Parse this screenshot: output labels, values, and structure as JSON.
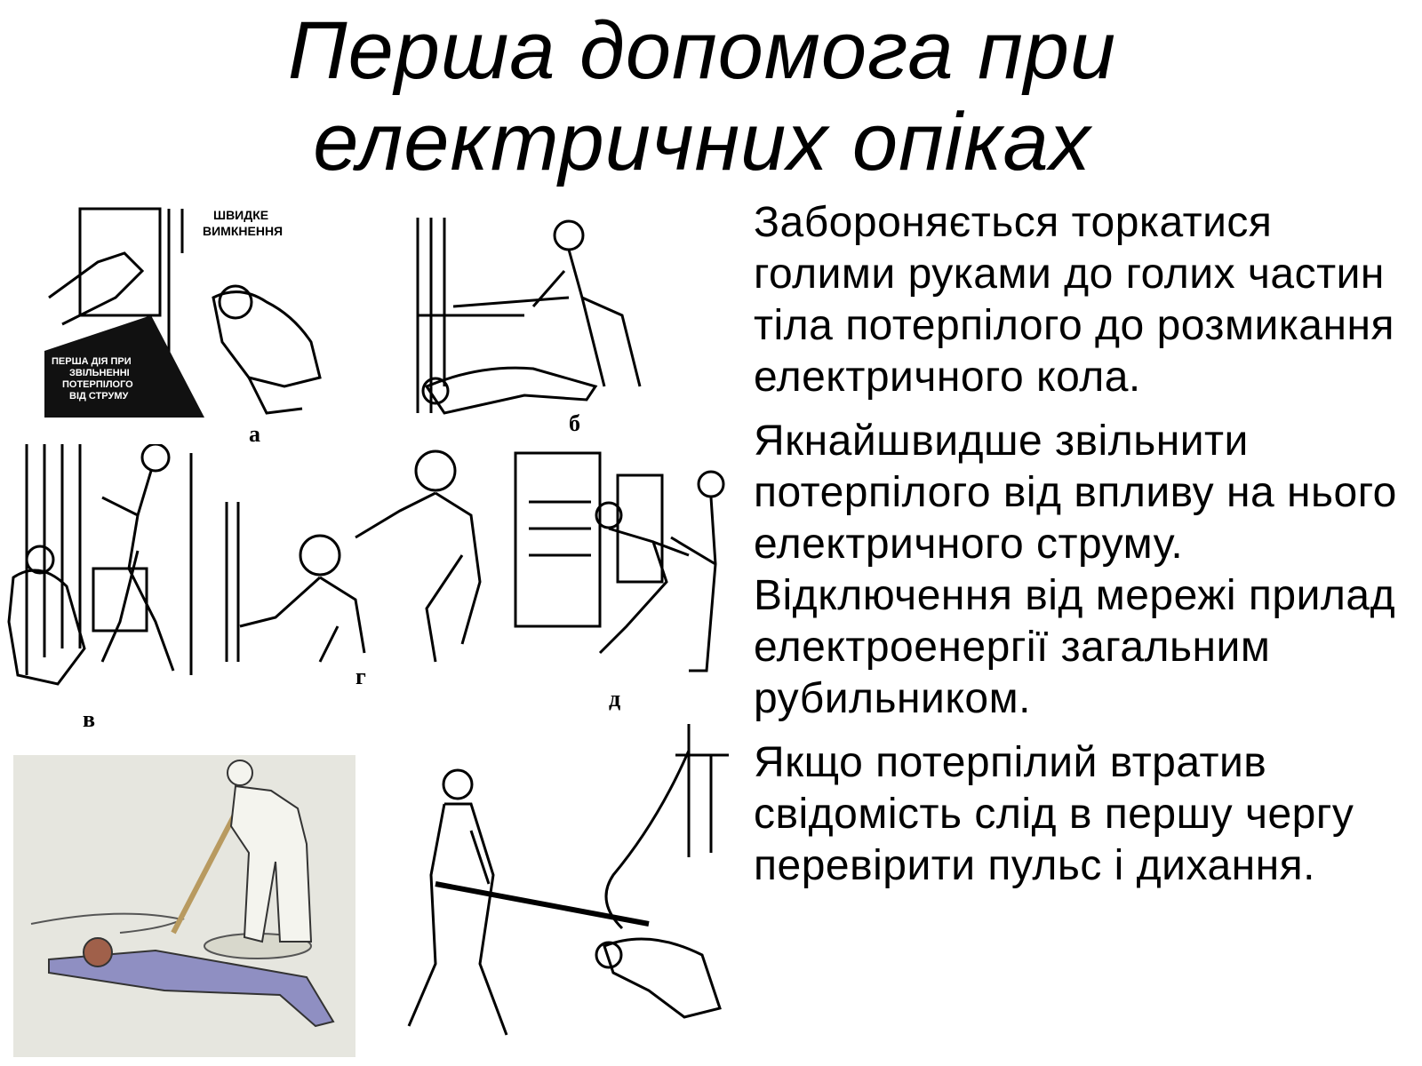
{
  "title": {
    "line1": "Перша допомога при",
    "line2": "електричних опіках"
  },
  "bullets": [
    "Забороняється торкатися голими руками до голих частин тіла потерпілого до розмикання електричного кола.",
    "Якнайшвидше звільнити потерпілого від впливу на нього електричного струму. Відключення від мережі прилад електроенергії загальним рубильником.",
    "Якщо потерпілий втратив свідомість слід в першу чергу перевірити пульс і дихання."
  ],
  "illustrations": {
    "panel_a": {
      "label": "а",
      "sign_top": [
        "ШВИДКЕ",
        "ВИМКНЕННЯ"
      ],
      "sign_box": [
        "ПЕРША ДІЯ ПРИ",
        "ЗВІЛЬНЕННІ",
        "ПОТЕРПІЛОГО",
        "ВІД СТРУМУ"
      ]
    },
    "panel_b": {
      "label": "б"
    },
    "panel_v": {
      "label": "в"
    },
    "panel_g": {
      "label": "г"
    },
    "panel_d": {
      "label": "д"
    }
  }
}
